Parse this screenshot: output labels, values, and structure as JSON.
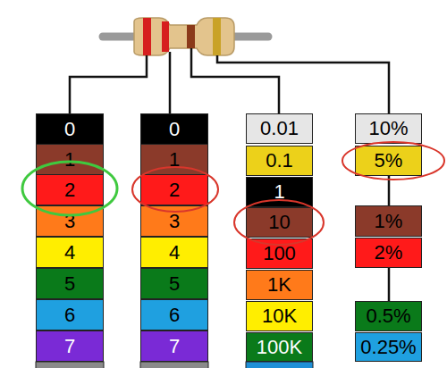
{
  "diagram": {
    "nodes": [
      {
        "text": [
          "0"
        ]
      },
      {
        "text": [
          "1"
        ]
      },
      {
        "text": [
          "2"
        ]
      },
      {
        "text": [
          "3"
        ]
      },
      {
        "text": [
          "4"
        ]
      },
      {
        "text": [
          "5"
        ]
      },
      {
        "text": [
          "6"
        ]
      },
      {
        "text": [
          "7"
        ]
      },
      {
        "text": [
          "0"
        ]
      },
      {
        "text": [
          "1"
        ]
      },
      {
        "text": [
          "2"
        ]
      },
      {
        "text": [
          "3"
        ]
      },
      {
        "text": [
          "4"
        ]
      },
      {
        "text": [
          "5"
        ]
      },
      {
        "text": [
          "6"
        ]
      },
      {
        "text": [
          "7"
        ]
      },
      {
        "text": [
          "0.01"
        ]
      },
      {
        "text": [
          "0.1"
        ]
      },
      {
        "text": [
          "1"
        ]
      },
      {
        "text": [
          "10"
        ]
      },
      {
        "text": [
          "100"
        ]
      },
      {
        "text": [
          "1K"
        ]
      },
      {
        "text": [
          "10K"
        ]
      },
      {
        "text": [
          "100K"
        ]
      },
      {
        "text": [
          "10%"
        ]
      },
      {
        "text": [
          "5%"
        ]
      },
      {
        "text": [
          "1%"
        ]
      },
      {
        "text": [
          "2%"
        ]
      },
      {
        "text": [
          "0.5%"
        ]
      },
      {
        "text": [
          "0.25%"
        ]
      }
    ]
  }
}
